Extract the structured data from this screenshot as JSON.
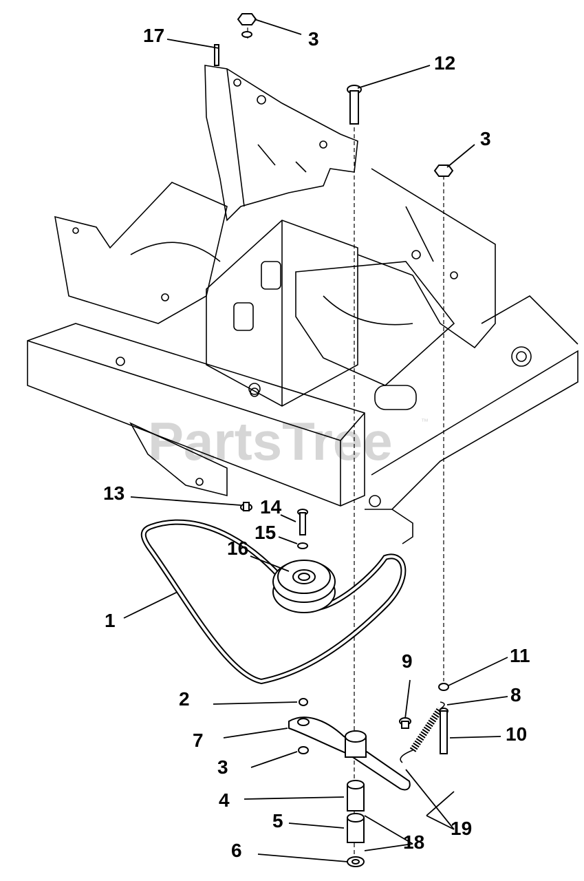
{
  "watermark": {
    "text": "PartsTree",
    "trademark": "™"
  },
  "callouts": [
    {
      "id": "c17",
      "label": "17"
    },
    {
      "id": "c3a",
      "label": "3"
    },
    {
      "id": "c12",
      "label": "12"
    },
    {
      "id": "c3b",
      "label": "3"
    },
    {
      "id": "c13",
      "label": "13"
    },
    {
      "id": "c14",
      "label": "14"
    },
    {
      "id": "c15",
      "label": "15"
    },
    {
      "id": "c16",
      "label": "16"
    },
    {
      "id": "c1",
      "label": "1"
    },
    {
      "id": "c9",
      "label": "9"
    },
    {
      "id": "c11",
      "label": "11"
    },
    {
      "id": "c8",
      "label": "8"
    },
    {
      "id": "c2",
      "label": "2"
    },
    {
      "id": "c7",
      "label": "7"
    },
    {
      "id": "c10",
      "label": "10"
    },
    {
      "id": "c3c",
      "label": "3"
    },
    {
      "id": "c4",
      "label": "4"
    },
    {
      "id": "c5",
      "label": "5"
    },
    {
      "id": "c18",
      "label": "18"
    },
    {
      "id": "c19",
      "label": "19"
    },
    {
      "id": "c6",
      "label": "6"
    }
  ]
}
